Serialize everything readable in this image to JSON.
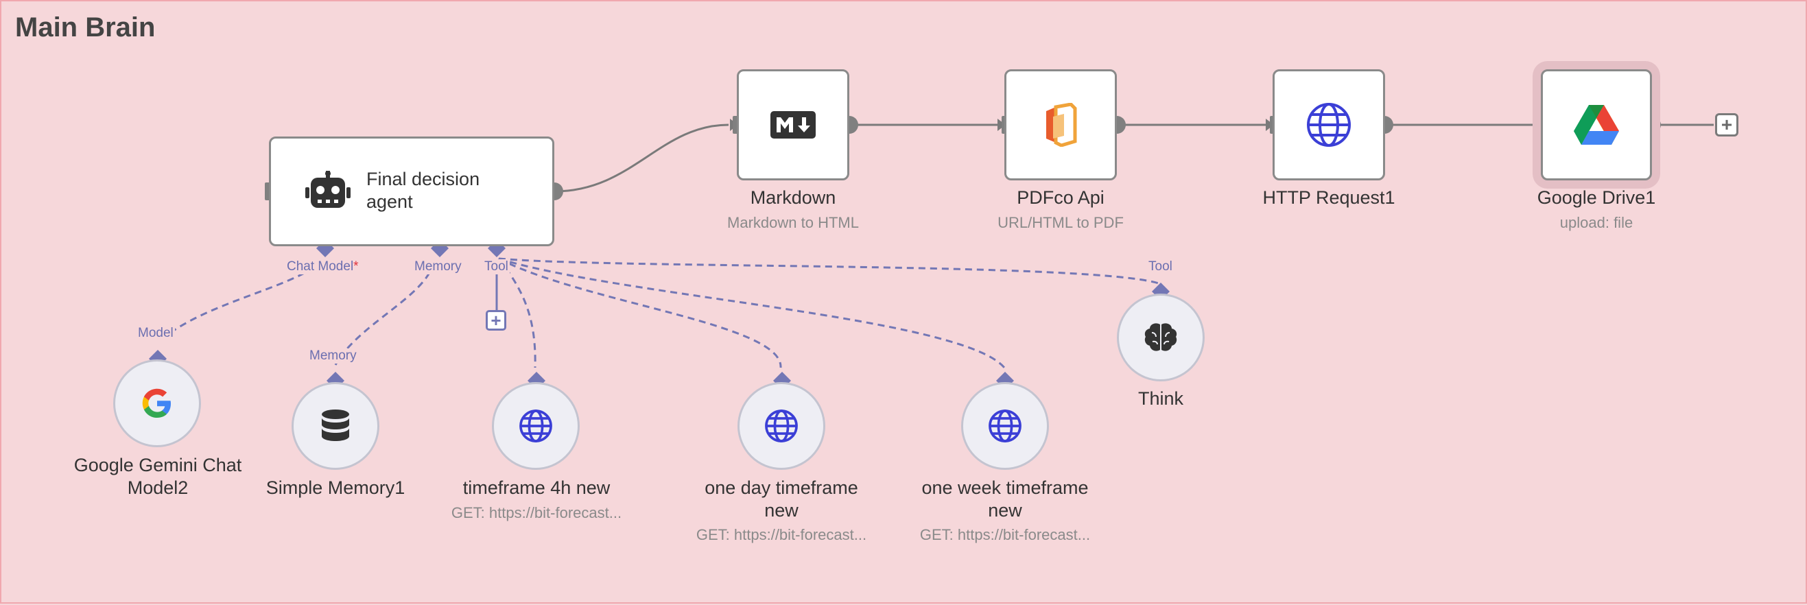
{
  "canvas": {
    "title": "Main Brain"
  },
  "nodes": {
    "agent": {
      "label_line1": "Final decision",
      "label_line2": "agent"
    },
    "markdown": {
      "label": "Markdown",
      "sub": "Markdown to HTML"
    },
    "pdfco": {
      "label": "PDFco Api",
      "sub": "URL/HTML to PDF"
    },
    "http": {
      "label": "HTTP Request1"
    },
    "gdrive": {
      "label": "Google Drive1",
      "sub": "upload: file"
    },
    "gemini": {
      "label_line1": "Google Gemini Chat",
      "label_line2": "Model2"
    },
    "memory": {
      "label": "Simple Memory1"
    },
    "tf4h": {
      "label": "timeframe 4h new",
      "sub": "GET: https://bit-forecast..."
    },
    "tf1d": {
      "label_line1": "one day timeframe",
      "label_line2": "new",
      "sub": "GET: https://bit-forecast..."
    },
    "tf1w": {
      "label_line1": "one week timeframe",
      "label_line2": "new",
      "sub": "GET: https://bit-forecast..."
    },
    "think": {
      "label": "Think"
    }
  },
  "ports": {
    "chat_model": "Chat Model",
    "chat_model_required": "*",
    "memory": "Memory",
    "tool": "Tool",
    "model": "Model",
    "memory_in": "Memory",
    "tool_think": "Tool"
  },
  "colors": {
    "accent": "#6b6fb0",
    "canvas_bg": "#f6d7da",
    "connector": "#7a7a7a"
  },
  "icons": {
    "agent": "robot-icon",
    "markdown": "markdown-icon",
    "pdfco": "pdfco-icon",
    "http": "globe-icon",
    "gdrive": "google-drive-icon",
    "gemini": "google-icon",
    "memory": "database-icon",
    "think": "brain-icon",
    "add": "plus-icon"
  }
}
